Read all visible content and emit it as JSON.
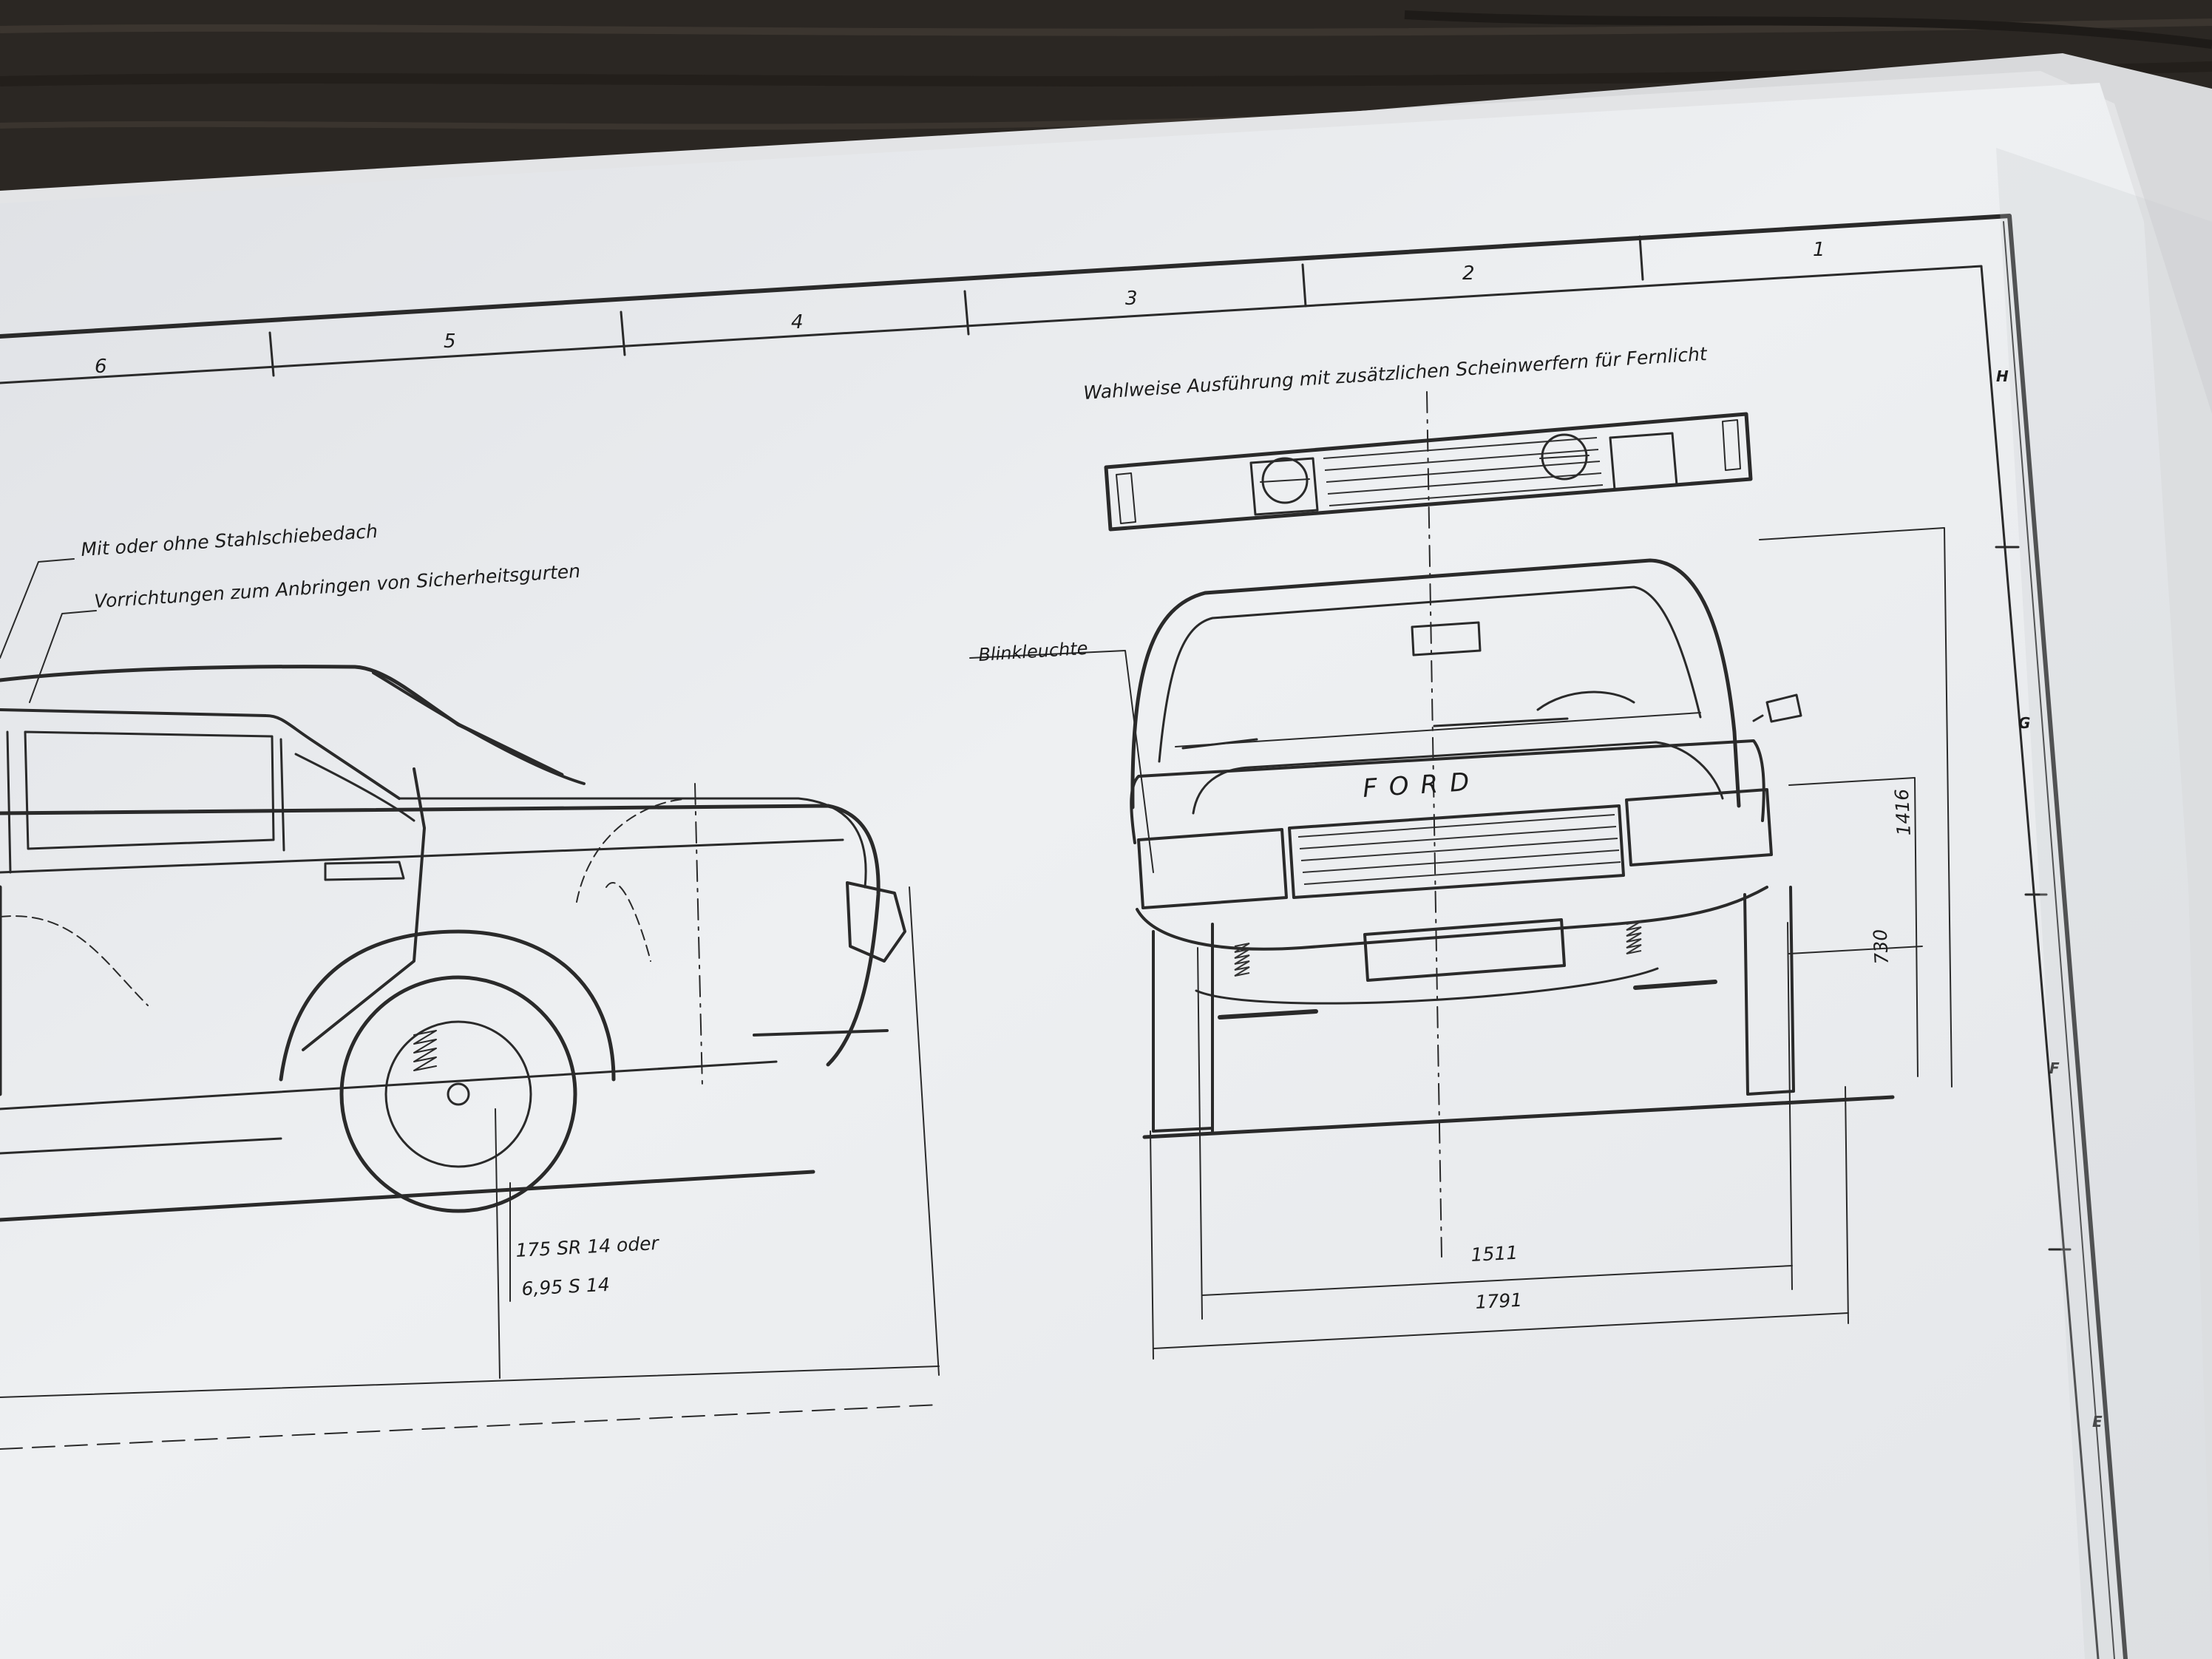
{
  "title_block": {
    "zones": [
      "6",
      "5",
      "4",
      "3",
      "2",
      "1"
    ],
    "row_markers": [
      "H",
      "G",
      "F",
      "E"
    ]
  },
  "annotations": {
    "optional_headlights": "Wahlweise Ausführung mit zusätzlichen Scheinwerfern für Fernlicht",
    "sunroof": "Mit oder ohne Stahlschiebedach",
    "seatbelts": "Vorrichtungen zum Anbringen von Sicherheitsgurten",
    "indicator": "Blinkleuchte",
    "badge": "FORD"
  },
  "tyres": {
    "line1": "175 SR 14 oder",
    "line2": "6,95 S 14"
  },
  "dimensions": {
    "height": "1416",
    "bumper_height": "730",
    "track": "1511",
    "width": "1791"
  },
  "colors": {
    "wood": "#2b2723",
    "paper": "#ecedef",
    "ink": "#2a2a2a"
  }
}
